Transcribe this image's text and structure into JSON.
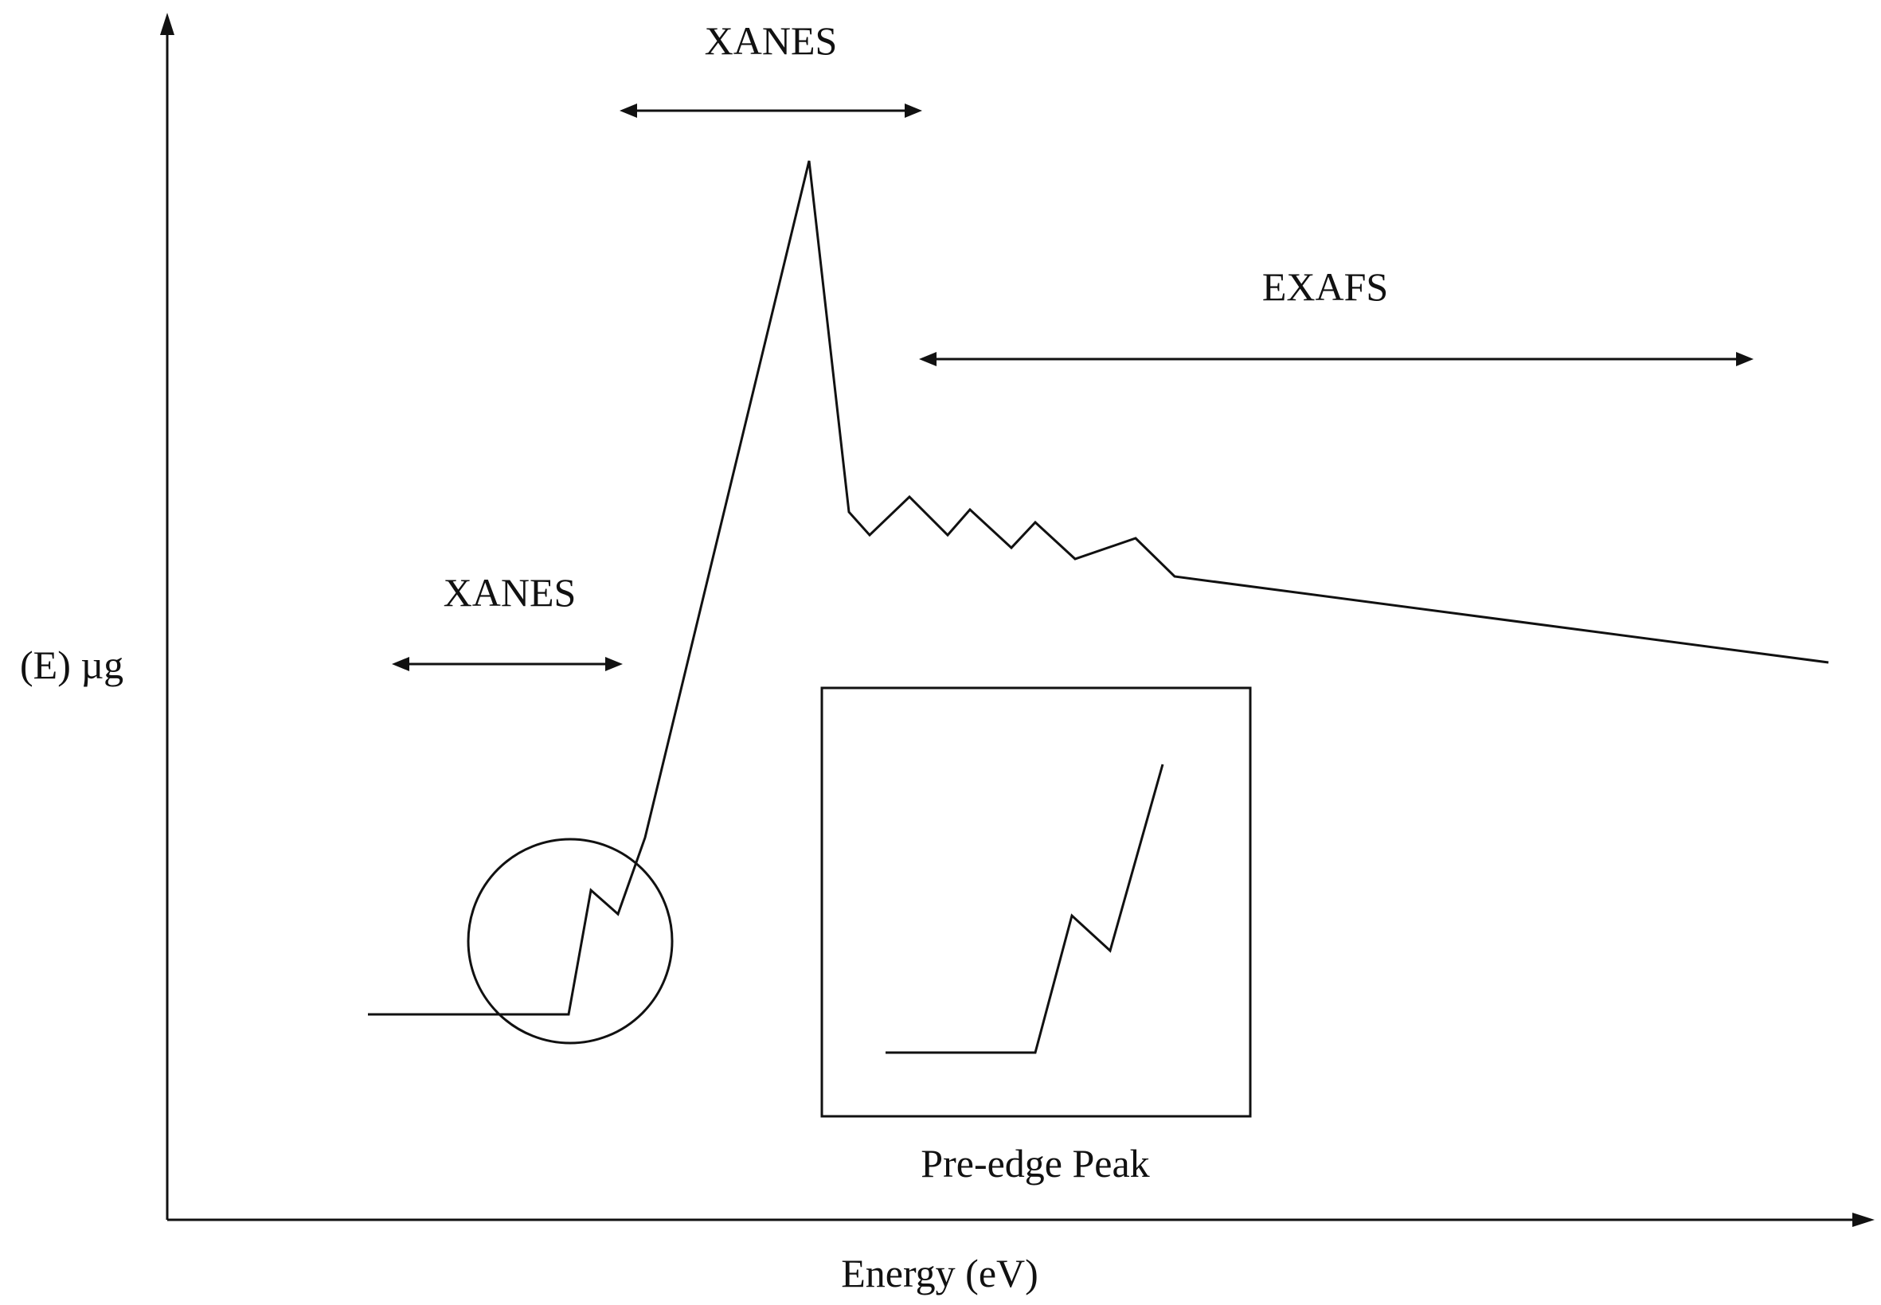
{
  "labels": {
    "y_axis": "(E) µg",
    "x_axis": "Energy (eV)",
    "xanes_top": "XANES",
    "xanes_left": "XANES",
    "exafs": "EXAFS",
    "inset_caption": "Pre-edge Peak"
  }
}
